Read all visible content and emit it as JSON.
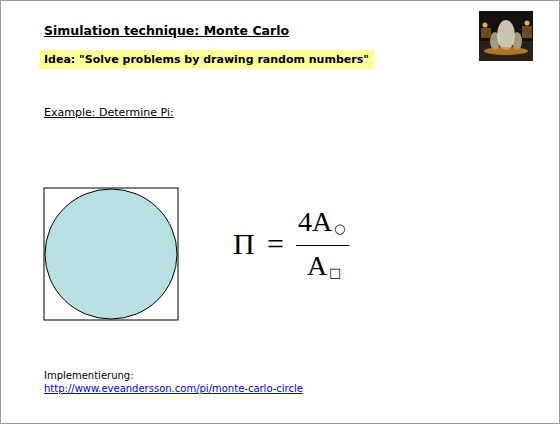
{
  "diagram": {
    "title": "Simulation technique: Monte Carlo",
    "nodes": [
      {
        "text": [
          "Idea: \"Solve problems by drawing random numbers\""
        ]
      }
    ],
    "labels": [
      "Example: Determine Pi:",
      "Π",
      "=",
      "4A",
      "○",
      "A",
      "□",
      "Implementierung:",
      "http://www.eveandersson.com/pi/monte-carlo-circle"
    ]
  }
}
